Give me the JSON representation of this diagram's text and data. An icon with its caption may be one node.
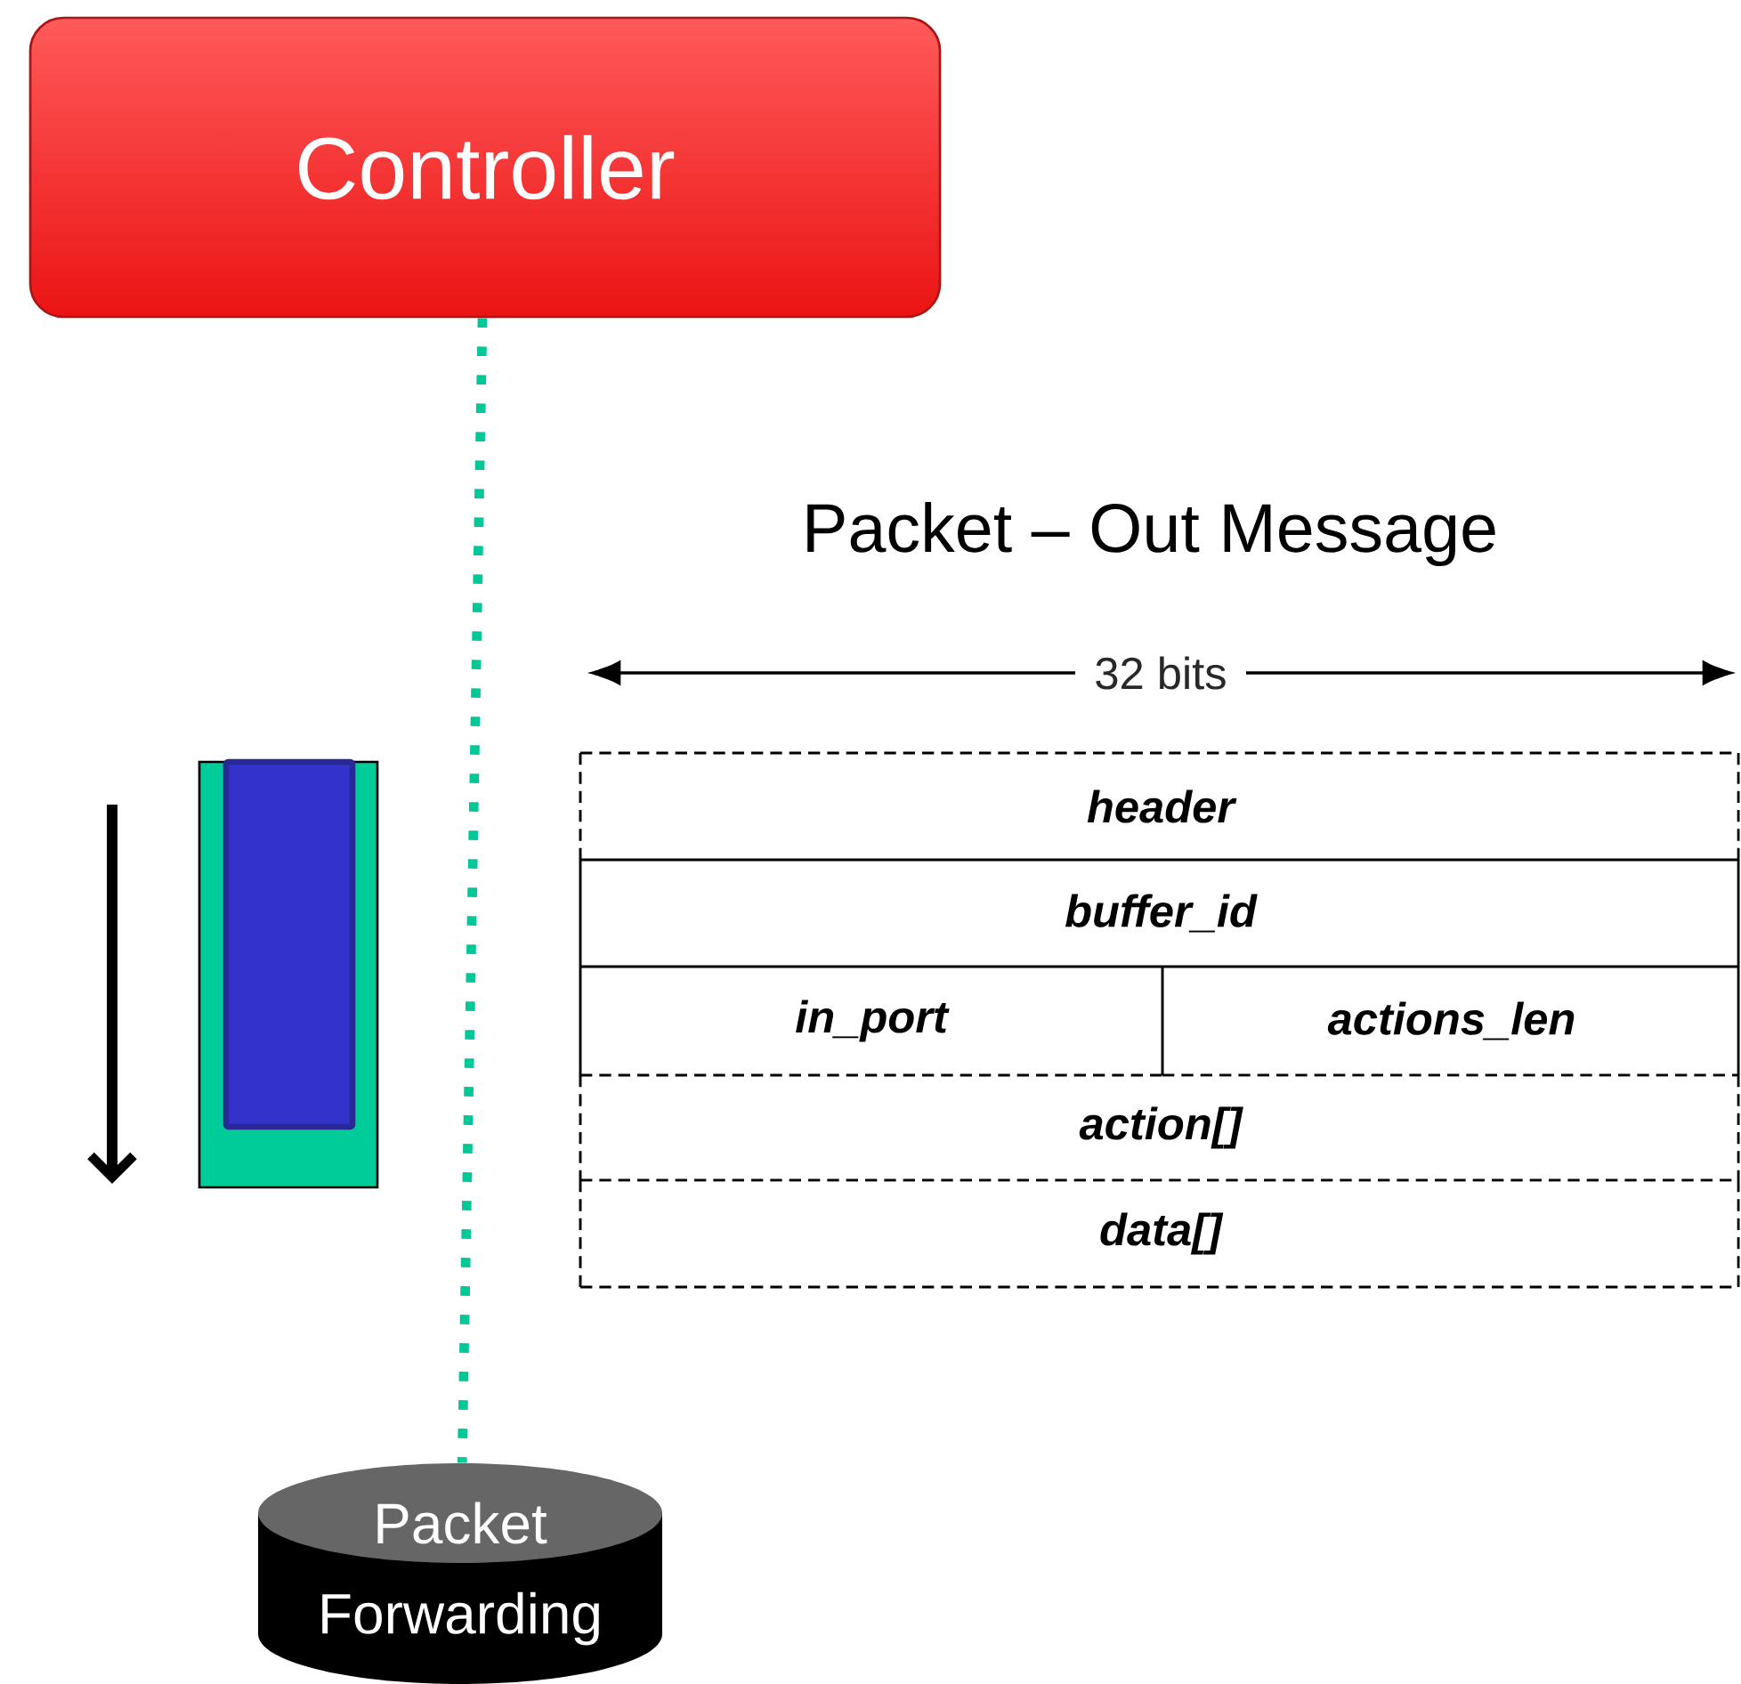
{
  "diagram": {
    "title": "Packet – Out Message",
    "nodes": [
      {
        "text": [
          "Controller"
        ]
      },
      {
        "text": [
          "Packet Forwarding"
        ]
      },
      {
        "text": [
          "header"
        ]
      },
      {
        "text": [
          "buffer_id"
        ]
      },
      {
        "text": [
          "in_port"
        ]
      },
      {
        "text": [
          "actions_len"
        ]
      },
      {
        "text": [
          "action[]"
        ]
      },
      {
        "text": [
          "data[]"
        ]
      }
    ],
    "edges": [
      {
        "from": 0,
        "to": 1,
        "arrow": "none",
        "style": "dashed",
        "color": "#00c896"
      }
    ],
    "labels": [
      "32 bits"
    ]
  }
}
